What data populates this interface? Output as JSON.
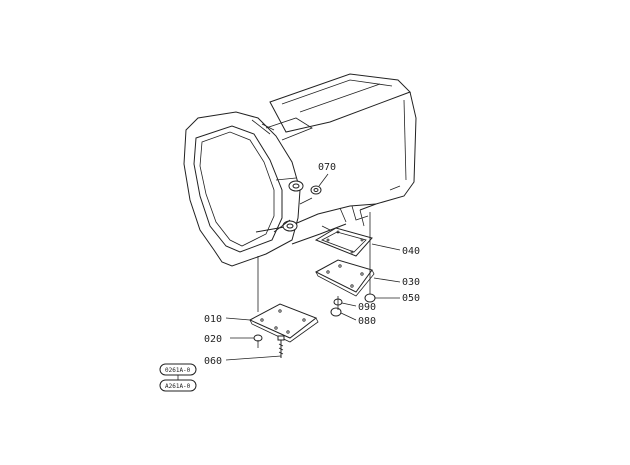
{
  "callouts": [
    {
      "id": "070",
      "label": "070"
    },
    {
      "id": "040",
      "label": "040"
    },
    {
      "id": "030",
      "label": "030"
    },
    {
      "id": "050",
      "label": "050"
    },
    {
      "id": "090",
      "label": "090"
    },
    {
      "id": "080",
      "label": "080"
    },
    {
      "id": "010",
      "label": "010"
    },
    {
      "id": "020",
      "label": "020"
    },
    {
      "id": "060",
      "label": "060"
    }
  ],
  "badges": [
    {
      "label": "0261A-0"
    },
    {
      "label": "A261A-0"
    }
  ]
}
